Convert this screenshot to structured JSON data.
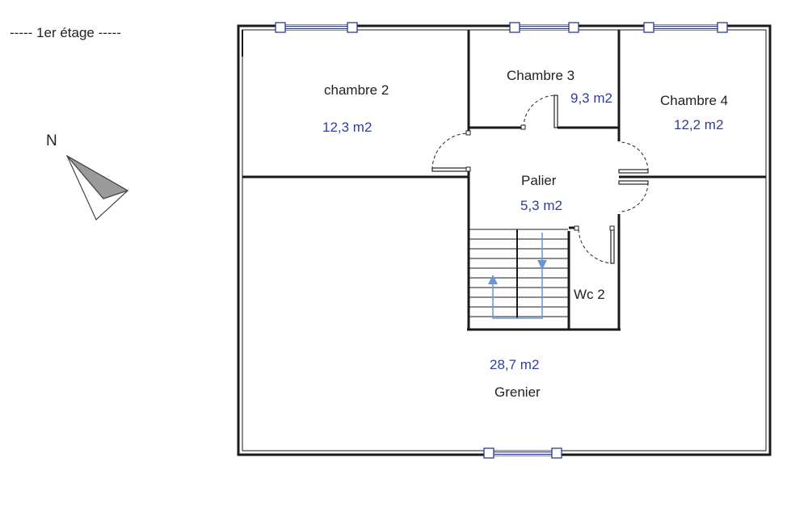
{
  "floor_label": "----- 1er étage -----",
  "compass": {
    "label": "N"
  },
  "colors": {
    "wall": "#1a1a1a",
    "area_text": "#2f3d9e",
    "window": "#2a3a9a",
    "stair_arrow": "#6b96d6"
  },
  "rooms": {
    "chambre2": {
      "name": "chambre 2",
      "area": "12,3 m2"
    },
    "chambre3": {
      "name": "Chambre 3",
      "area": "9,3 m2"
    },
    "chambre4": {
      "name": "Chambre 4",
      "area": "12,2 m2"
    },
    "palier": {
      "name": "Palier",
      "area": "5,3 m2"
    },
    "wc2": {
      "name": "Wc 2"
    },
    "grenier": {
      "name": "Grenier",
      "area": "28,7 m2"
    }
  }
}
